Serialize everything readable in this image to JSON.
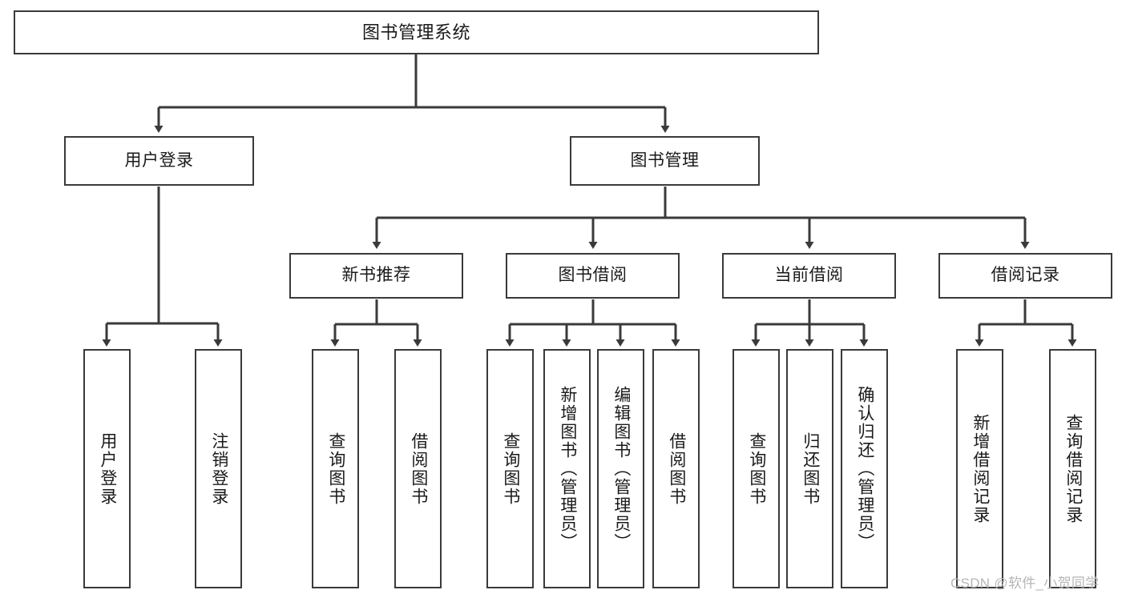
{
  "diagram": {
    "type": "tree-hierarchy",
    "title": "图书管理系统",
    "line_color": "#3a3a3a",
    "box_fill": "#ffffff",
    "text_color": "#1a1a1a",
    "root": {
      "label": "图书管理系统"
    },
    "level2": [
      {
        "label": "用户登录"
      },
      {
        "label": "图书管理"
      }
    ],
    "level3": [
      {
        "label": "新书推荐"
      },
      {
        "label": "图书借阅"
      },
      {
        "label": "当前借阅"
      },
      {
        "label": "借阅记录"
      }
    ],
    "leaves": {
      "user_login": [
        {
          "label": "用户登录"
        },
        {
          "label": "注销登录"
        }
      ],
      "new_book_recommend": [
        {
          "label": "查询图书"
        },
        {
          "label": "借阅图书"
        }
      ],
      "book_borrow": [
        {
          "label": "查询图书"
        },
        {
          "label": "新增图书（管理员）"
        },
        {
          "label": "编辑图书（管理员）"
        },
        {
          "label": "借阅图书"
        }
      ],
      "current_borrow": [
        {
          "label": "查询图书"
        },
        {
          "label": "归还图书"
        },
        {
          "label": "确认归还（管理员）"
        }
      ],
      "borrow_record": [
        {
          "label": "新增借阅记录"
        },
        {
          "label": "查询借阅记录"
        }
      ]
    }
  },
  "watermark": {
    "text": "CSDN @软件_小贺同学",
    "color": "#b6b6b6"
  }
}
